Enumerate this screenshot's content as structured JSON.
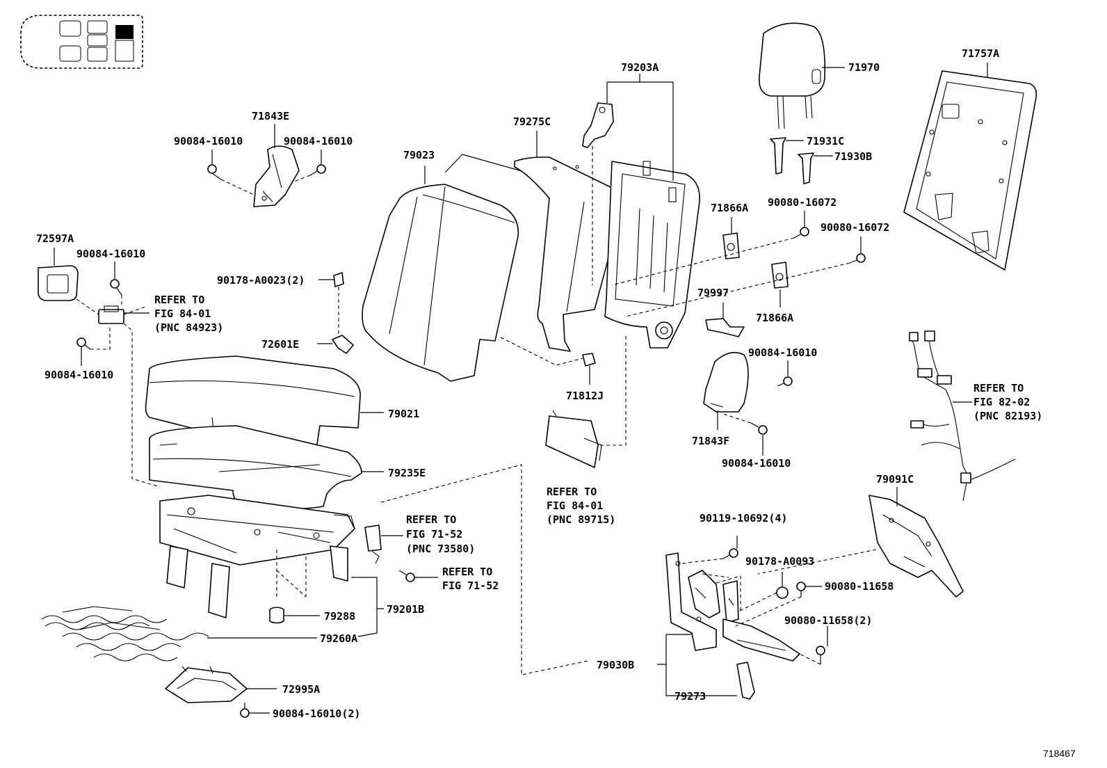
{
  "figure_number": "718467",
  "labels": {
    "l71843E": "71843E",
    "l90084_a": "90084-16010",
    "l90084_b": "90084-16010",
    "l79023": "79023",
    "l79275C": "79275C",
    "l79203A": "79203A",
    "l71970": "71970",
    "l71757A": "71757A",
    "l71931C": "71931C",
    "l71930B": "71930B",
    "l90080_a": "90080-16072",
    "l90080_b": "90080-16072",
    "l71866A_a": "71866A",
    "l71866A_b": "71866A",
    "l79997": "79997",
    "l72597A": "72597A",
    "l90084_c": "90084-16010",
    "l90178": "90178-A0023(2)",
    "l72601E": "72601E",
    "l90084_d": "90084-16010",
    "l71812J": "71812J",
    "l90084_e": "90084-16010",
    "l71843F": "71843F",
    "l90084_f": "90084-16010",
    "l79021": "79021",
    "l79235E": "79235E",
    "l79091C": "79091C",
    "l90119": "90119-10692(4)",
    "l90178b": "90178-A0093",
    "l90080c": "90080-11658",
    "l90080d": "90080-11658(2)",
    "l79288": "79288",
    "l79201B": "79201B",
    "l79260A": "79260A",
    "l72995A": "72995A",
    "l90084_g": "90084-16010(2)",
    "l79030B": "79030B",
    "l79273": "79273"
  },
  "refs": {
    "r1": [
      "REFER TO",
      "FIG 84-01",
      "(PNC 84923)"
    ],
    "r2": [
      "REFER TO",
      "FIG 84-01",
      "(PNC 89715)"
    ],
    "r3": [
      "REFER TO",
      "FIG 71-52",
      "(PNC 73580)"
    ],
    "r4": [
      "REFER TO",
      "FIG 71-52"
    ],
    "r5": [
      "REFER TO",
      "FIG 82-02",
      "(PNC 82193)"
    ]
  }
}
